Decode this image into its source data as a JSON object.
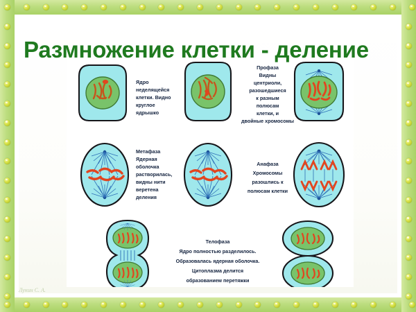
{
  "slide": {
    "title": "Размножение клетки - деление",
    "title_color": "#1f7a1f",
    "background_color": "#ffffff",
    "border_color": "#bcdd7f",
    "bead_color": "#d8e24a",
    "watermark": "Лукин С. А."
  },
  "diagram": {
    "cell_fill": "#9fe8ec",
    "nucleus_fill": "#79c36a",
    "chromosome_color": "#e2451f",
    "spindle_color": "#2e6fb7",
    "outline_color": "#16161a",
    "rows": [
      {
        "row": 1,
        "cells": [
          {
            "name": "interphase-cell",
            "label": "Ядро неделящейся клетки. Видно круглое ядрышко"
          },
          {
            "name": "early-prophase-cell",
            "label": ""
          },
          {
            "name": "prophase-cell",
            "label": "Профаза Видны центриоли, разошедшиеся к разным полюсам клетки, и двойные хромосомы"
          }
        ],
        "caption_1": {
          "lines": [
            "Ядро",
            "неделящейся",
            "клетки. Видно",
            "круглое",
            "ядрышко"
          ]
        },
        "caption_2": {
          "lines": [
            "Профаза",
            "Видны",
            "центриоли,",
            "разошедшиеся",
            "к разным",
            "полюсам",
            "клетки, и",
            "двойные хромосомы"
          ]
        }
      },
      {
        "row": 2,
        "cells": [
          {
            "name": "metaphase-cell-left",
            "label": ""
          },
          {
            "name": "metaphase-cell-right",
            "label": ""
          },
          {
            "name": "anaphase-cell",
            "label": ""
          }
        ],
        "caption_1": {
          "lines": [
            "Метафаза",
            "Ядерная",
            "оболочка",
            "растворилась,",
            "видны нити",
            "веретена",
            "деления"
          ]
        },
        "caption_2": {
          "lines": [
            "Анафаза",
            "Хромосомы",
            "разошлись к",
            "полюсам клетки"
          ]
        }
      },
      {
        "row": 3,
        "cells": [
          {
            "name": "telophase-cell",
            "label": ""
          },
          {
            "name": "daughter-cells",
            "label": ""
          }
        ],
        "caption_1": {
          "lines": [
            "Телофаза",
            "Ядро полностью разделилось.",
            "Образовалась ядерная оболочка.",
            "Цитоплазма делится",
            "образованием перетяжки"
          ]
        }
      }
    ],
    "phase_names": [
      "Профаза",
      "Метафаза",
      "Анафаза",
      "Телофаза"
    ]
  }
}
